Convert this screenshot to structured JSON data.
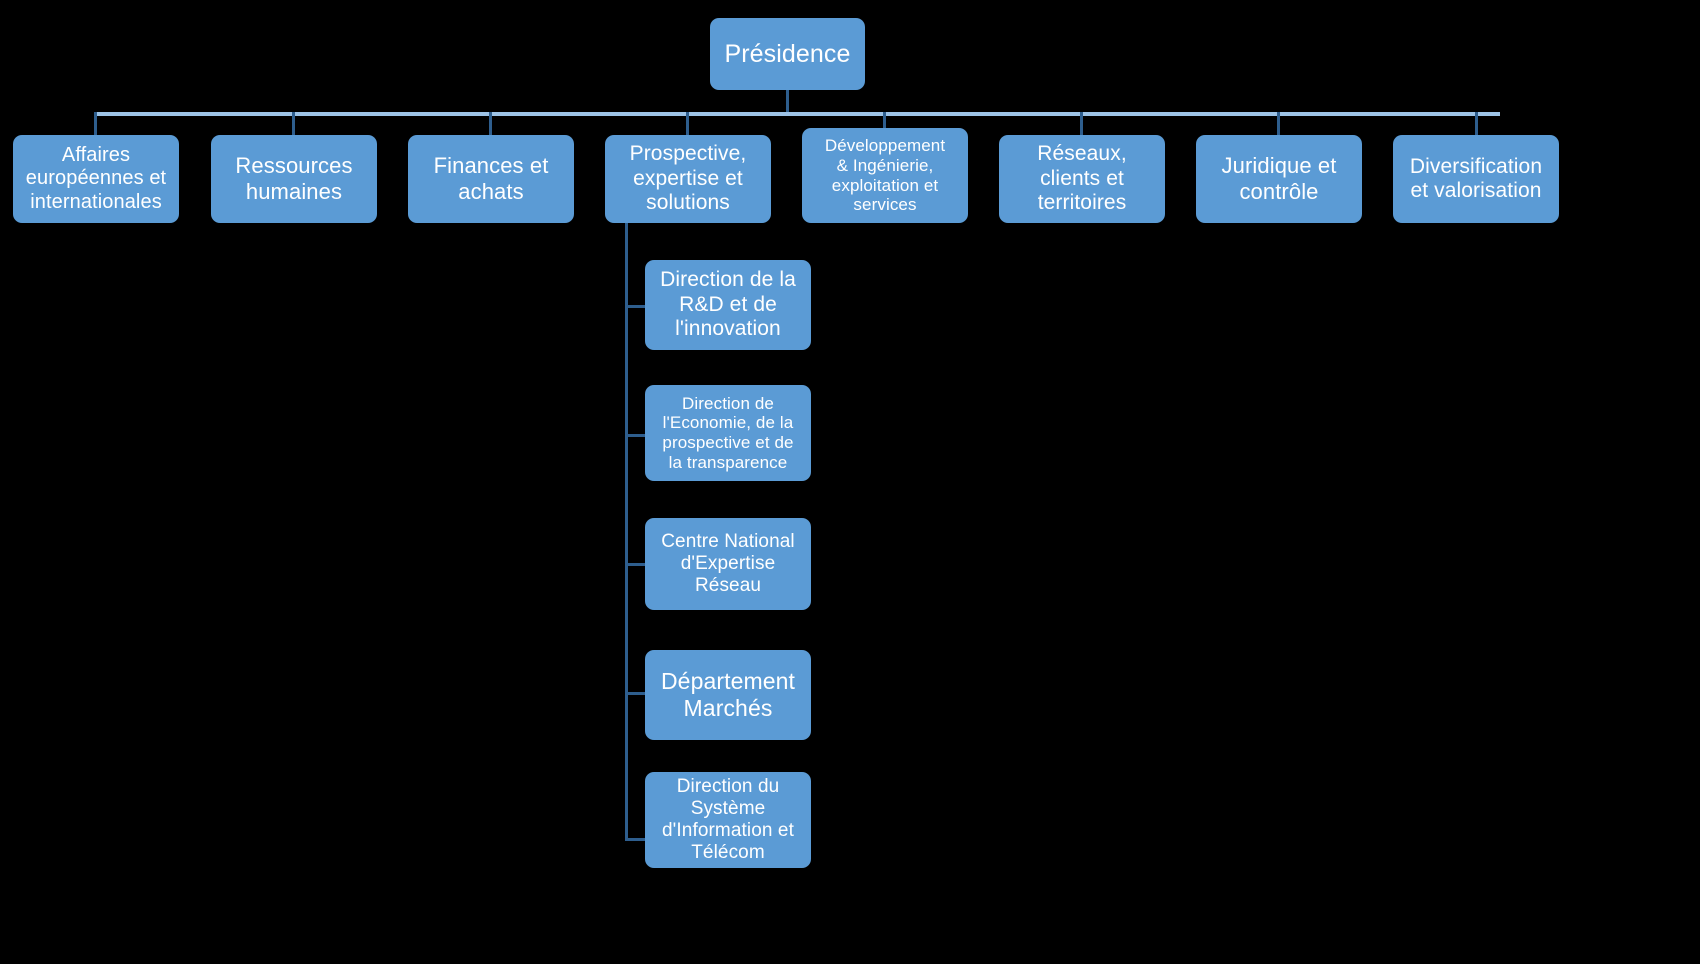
{
  "chart_data": {
    "type": "diagram",
    "diagram_type": "organization-chart",
    "title": "",
    "language": "fr",
    "colors": {
      "node_fill": "#5B9BD5",
      "node_text": "#FFFFFF",
      "connector": "#2E5E8E",
      "connector_light": "#9DC3E6",
      "background": "#000000"
    },
    "root": {
      "id": "presidence",
      "label": "Présidence"
    },
    "level2": [
      {
        "id": "affaires-europeennes",
        "label": "Affaires\neuropéennes et\ninternationales"
      },
      {
        "id": "ressources-humaines",
        "label": "Ressources\nhumaines"
      },
      {
        "id": "finances-achats",
        "label": "Finances et\nachats"
      },
      {
        "id": "prospective-expertise",
        "label": "Prospective,\nexpertise et\nsolutions"
      },
      {
        "id": "developpement-ingenierie",
        "label": "Développement\n& Ingénierie,\nexploitation et\nservices"
      },
      {
        "id": "reseaux-clients",
        "label": "Réseaux,\nclients et\nterritoires"
      },
      {
        "id": "juridique-controle",
        "label": "Juridique et\ncontrôle"
      },
      {
        "id": "diversification-valorisation",
        "label": "Diversification\net valorisation"
      }
    ],
    "level3_parent": "prospective-expertise",
    "level3": [
      {
        "id": "direction-rd",
        "label": "Direction de la\nR&D et de\nl'innovation"
      },
      {
        "id": "direction-economie",
        "label": "Direction de\nl'Economie, de la\nprospective et de\nla transparence"
      },
      {
        "id": "centre-national-expertise",
        "label": "Centre National\nd'Expertise\nRéseau"
      },
      {
        "id": "departement-marches",
        "label": "Département\nMarchés"
      },
      {
        "id": "direction-si-telecom",
        "label": "Direction du\nSystème\nd'Information et\nTélécom"
      }
    ]
  }
}
